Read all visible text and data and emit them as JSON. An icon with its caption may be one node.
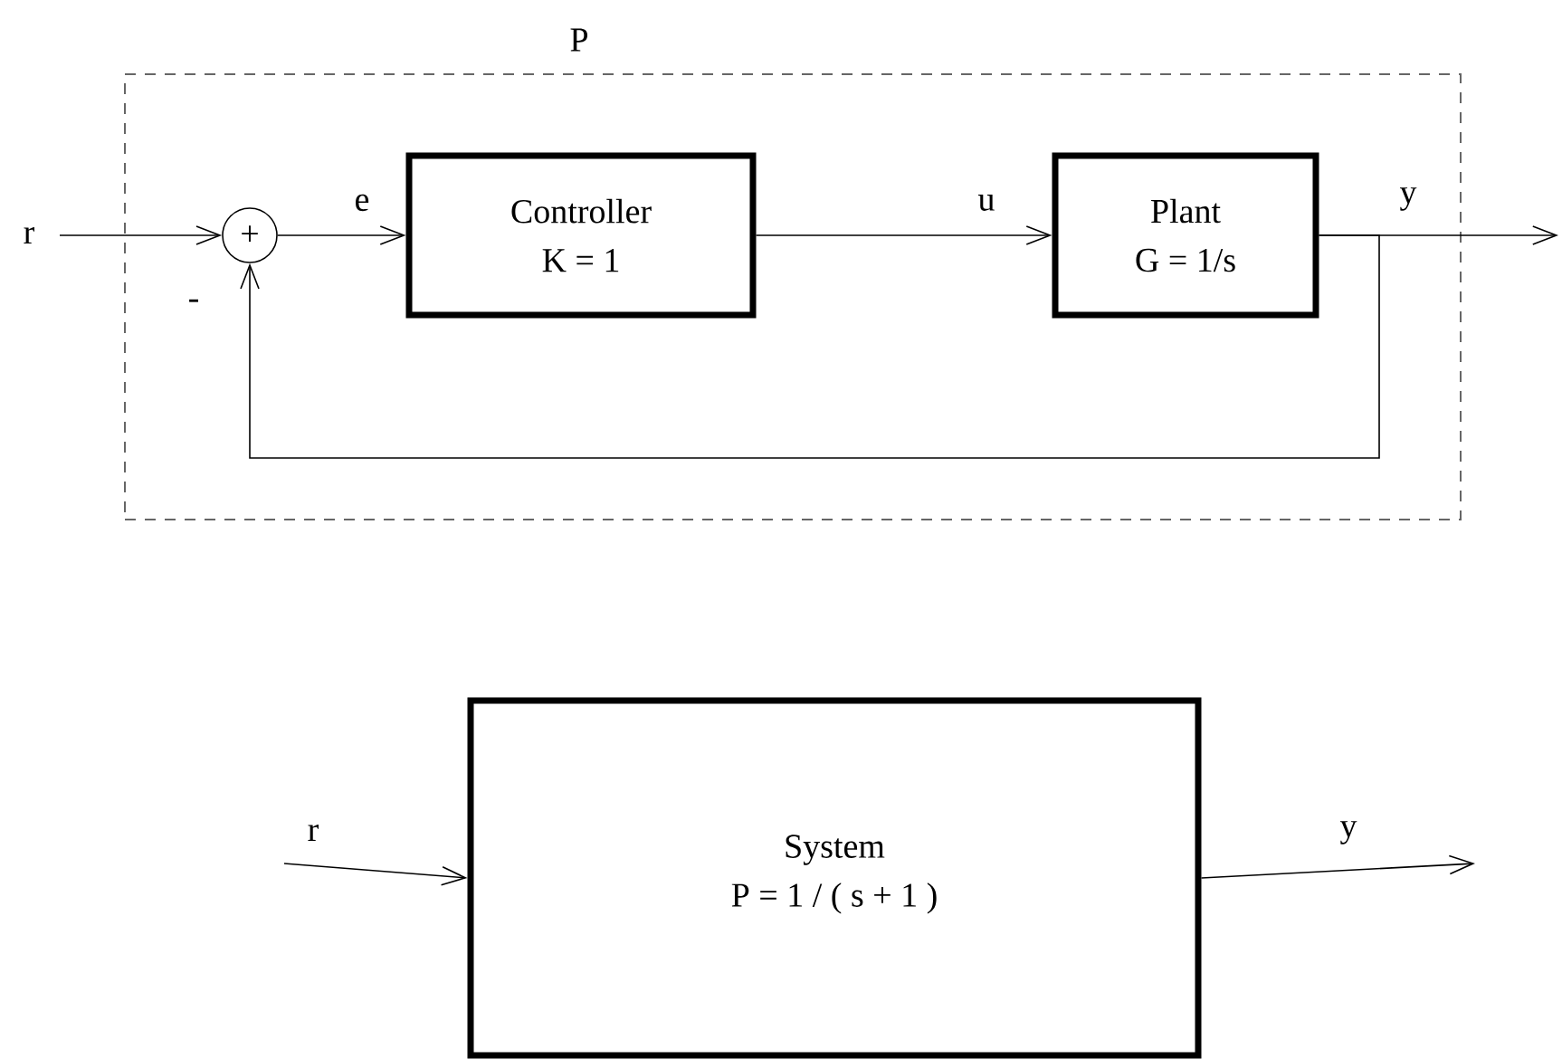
{
  "diagram": {
    "nodes": [
      {
        "text": [
          "P"
        ]
      },
      {
        "text": [
          "+"
        ],
        "in": 0
      },
      {
        "text": [
          "Controller",
          "K = 1"
        ],
        "in": 0
      },
      {
        "text": [
          "Plant",
          "G = 1/s"
        ],
        "in": 0
      },
      {
        "text": [
          "System",
          "P = 1 / ( s + 1 )"
        ]
      }
    ],
    "edges": [
      {
        "from": null,
        "to": 1,
        "arrow": "to",
        "label": "r"
      },
      {
        "from": 1,
        "to": 2,
        "arrow": "to",
        "label": "e"
      },
      {
        "from": 2,
        "to": 3,
        "arrow": "to",
        "label": "u"
      },
      {
        "from": 3,
        "to": null,
        "arrow": "to",
        "label": "y"
      },
      {
        "from": 3,
        "to": 1,
        "arrow": "to",
        "label": "-"
      },
      {
        "from": null,
        "to": 4,
        "arrow": "to",
        "label": "r"
      },
      {
        "from": 4,
        "to": null,
        "arrow": "to",
        "label": "y"
      }
    ]
  }
}
